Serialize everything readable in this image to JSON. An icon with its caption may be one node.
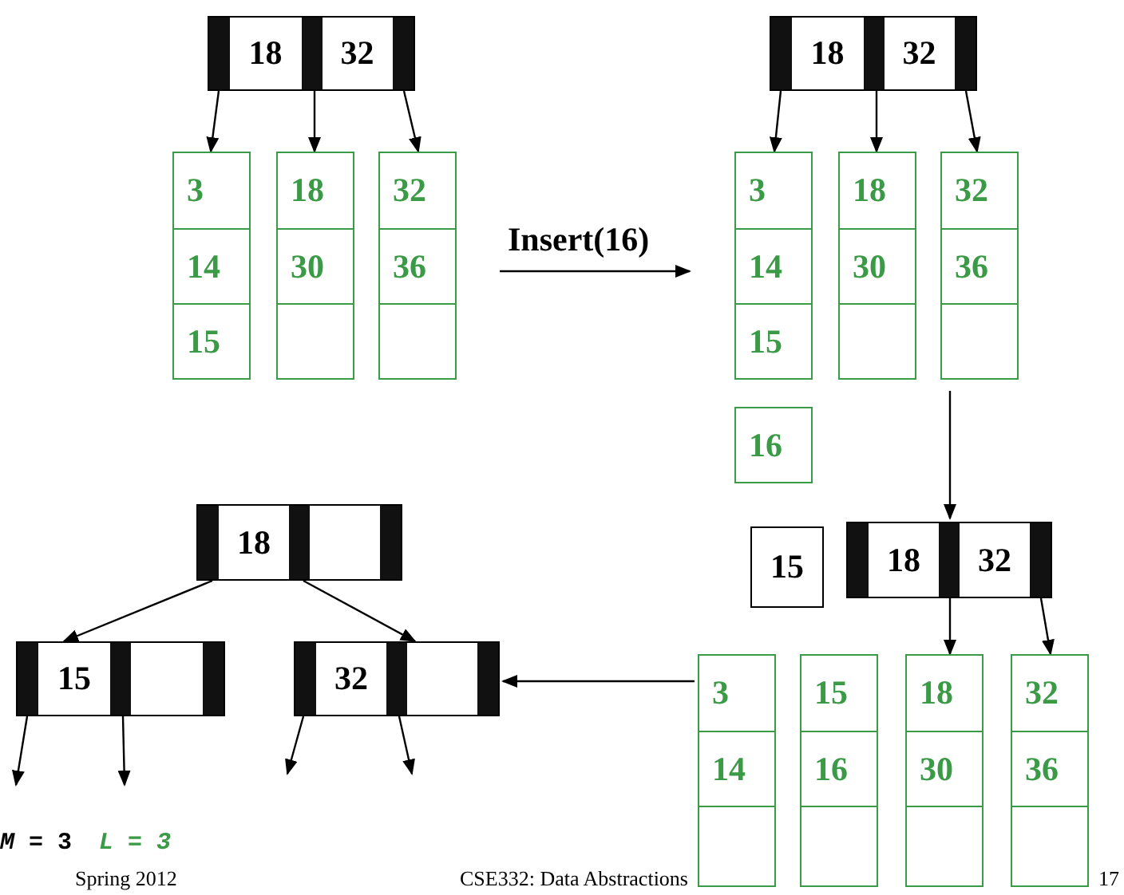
{
  "diagram": {
    "nodes": [
      {
        "text": [
          "18",
          "32"
        ]
      },
      {
        "text": [
          "3",
          "14",
          "15"
        ]
      },
      {
        "text": [
          "18",
          "30"
        ]
      },
      {
        "text": [
          "32",
          "36"
        ]
      },
      {
        "text": [
          "18",
          "32"
        ]
      },
      {
        "text": [
          "3",
          "14",
          "15"
        ]
      },
      {
        "text": [
          "18",
          "30"
        ]
      },
      {
        "text": [
          "32",
          "36"
        ]
      },
      {
        "text": [
          "16"
        ]
      },
      {
        "text": [
          "15"
        ]
      },
      {
        "text": [
          "18",
          "32"
        ]
      },
      {
        "text": [
          "3",
          "14"
        ]
      },
      {
        "text": [
          "15",
          "16"
        ]
      },
      {
        "text": [
          "18",
          "30"
        ]
      },
      {
        "text": [
          "32",
          "36"
        ]
      },
      {
        "text": [
          "18"
        ]
      },
      {
        "text": [
          "15"
        ]
      },
      {
        "text": [
          "32"
        ]
      }
    ],
    "edges": [
      {
        "from": 0,
        "to": 1,
        "arrow": "to"
      },
      {
        "from": 0,
        "to": 2,
        "arrow": "to"
      },
      {
        "from": 0,
        "to": 3,
        "arrow": "to"
      },
      {
        "from": 3,
        "to": 5,
        "arrow": "to",
        "label": "Insert(16)"
      },
      {
        "from": 4,
        "to": 5,
        "arrow": "to"
      },
      {
        "from": 4,
        "to": 6,
        "arrow": "to"
      },
      {
        "from": 4,
        "to": 7,
        "arrow": "to"
      },
      {
        "from": 7,
        "to": 10,
        "arrow": "to"
      },
      {
        "from": 10,
        "to": 13,
        "arrow": "to"
      },
      {
        "from": 10,
        "to": 14,
        "arrow": "to"
      },
      {
        "from": 11,
        "to": 17,
        "arrow": "to"
      },
      {
        "from": 15,
        "to": 16,
        "arrow": "to"
      },
      {
        "from": 15,
        "to": 17,
        "arrow": "to"
      },
      {
        "from": 16,
        "to": null,
        "arrow": "to"
      },
      {
        "from": 16,
        "to": null,
        "arrow": "to"
      },
      {
        "from": 17,
        "to": null,
        "arrow": "to"
      },
      {
        "from": 17,
        "to": null,
        "arrow": "to"
      }
    ],
    "labels": [
      "*M* = 3",
      "L = 3",
      "Spring 2012",
      "CSE332: Data Abstractions",
      "17"
    ]
  }
}
